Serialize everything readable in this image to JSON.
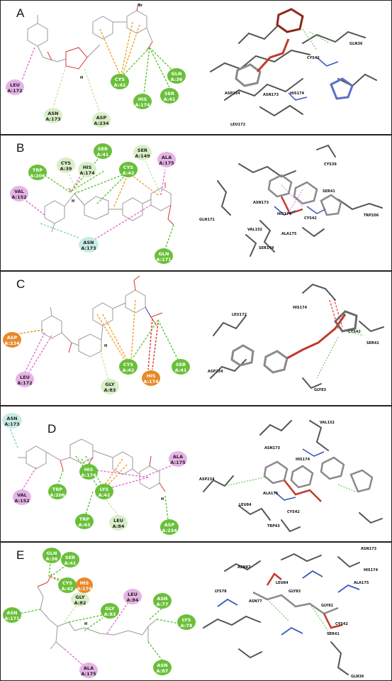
{
  "panels": [
    {
      "letter": "A",
      "substituent": "Br",
      "h_label": "H",
      "residues": [
        {
          "name": "LEU",
          "num": "A:172",
          "kind": "pink"
        },
        {
          "name": "ASN",
          "num": "A:173",
          "kind": "light"
        },
        {
          "name": "ASP",
          "num": "A:234",
          "kind": "light"
        },
        {
          "name": "CYS",
          "num": "A:42",
          "kind": "green"
        },
        {
          "name": "HIS",
          "num": "A:174",
          "kind": "green"
        },
        {
          "name": "GLN",
          "num": "A:36",
          "kind": "green"
        },
        {
          "name": "SER",
          "num": "A:41",
          "kind": "green"
        }
      ],
      "labels3d": [
        "GLN36",
        "CYS42",
        "ASP234",
        "ASN173",
        "HIS174",
        "LEU172"
      ]
    },
    {
      "letter": "B",
      "h_label": "H",
      "residues": [
        {
          "name": "CYS",
          "num": "A:39",
          "kind": "light"
        },
        {
          "name": "SER",
          "num": "A:41",
          "kind": "green"
        },
        {
          "name": "SER",
          "num": "A:149",
          "kind": "light"
        },
        {
          "name": "ALA",
          "num": "A:175",
          "kind": "pink"
        },
        {
          "name": "TRP",
          "num": "A:206",
          "kind": "green"
        },
        {
          "name": "HIS",
          "num": "A:174",
          "kind": "light"
        },
        {
          "name": "CYS",
          "num": "A:42",
          "kind": "green"
        },
        {
          "name": "VAL",
          "num": "A:152",
          "kind": "pink"
        },
        {
          "name": "ASN",
          "num": "A:173",
          "kind": "cyan"
        },
        {
          "name": "GLN",
          "num": "A:171",
          "kind": "green"
        }
      ],
      "labels3d": [
        "CYS39",
        "SER41",
        "ASN173",
        "HIS174",
        "CYS42",
        "GLN171",
        "VAL152",
        "ALA175",
        "SER149",
        "TRP206"
      ]
    },
    {
      "letter": "C",
      "h_label": "H",
      "residues": [
        {
          "name": "ASP",
          "num": "A:234",
          "kind": "orange"
        },
        {
          "name": "LEU",
          "num": "A:172",
          "kind": "pink"
        },
        {
          "name": "CYS",
          "num": "A:42",
          "kind": "green"
        },
        {
          "name": "SER",
          "num": "A:41",
          "kind": "green"
        },
        {
          "name": "HIS",
          "num": "A:174",
          "kind": "orange"
        },
        {
          "name": "GLY",
          "num": "A:83",
          "kind": "light"
        }
      ],
      "labels3d": [
        "HIS174",
        "LEU172",
        "CYS42",
        "SER41",
        "ASP234",
        "GLY83"
      ]
    },
    {
      "letter": "D",
      "h_label": "H",
      "residues": [
        {
          "name": "ASN",
          "num": "A:173",
          "kind": "cyan"
        },
        {
          "name": "ALA",
          "num": "A:175",
          "kind": "pink"
        },
        {
          "name": "VAL",
          "num": "A:152",
          "kind": "pink"
        },
        {
          "name": "TRP",
          "num": "A:206",
          "kind": "green"
        },
        {
          "name": "HIS",
          "num": "A:174",
          "kind": "green"
        },
        {
          "name": "LYS",
          "num": "A:42",
          "kind": "green"
        },
        {
          "name": "TRP",
          "num": "A:43",
          "kind": "green"
        },
        {
          "name": "LEU",
          "num": "A:84",
          "kind": "light"
        },
        {
          "name": "ASP",
          "num": "A:234",
          "kind": "green"
        }
      ],
      "labels3d": [
        "VAL152",
        "ASN173",
        "HIS174",
        "ASP234",
        "ALA175",
        "LEU84",
        "CYS42",
        "TRP43"
      ]
    },
    {
      "letter": "E",
      "h_label": "H",
      "residues": [
        {
          "name": "GLN",
          "num": "A:36",
          "kind": "green"
        },
        {
          "name": "SER",
          "num": "A:41",
          "kind": "green"
        },
        {
          "name": "CYS",
          "num": "A:42",
          "kind": "green"
        },
        {
          "name": "HIS",
          "num": "A:174",
          "kind": "orange"
        },
        {
          "name": "GLY",
          "num": "A:82",
          "kind": "light"
        },
        {
          "name": "GLY",
          "num": "A:83",
          "kind": "green"
        },
        {
          "name": "LEU",
          "num": "A:84",
          "kind": "pink"
        },
        {
          "name": "ASN",
          "num": "A:77",
          "kind": "green"
        },
        {
          "name": "LYS",
          "num": "A:78",
          "kind": "green"
        },
        {
          "name": "ASN",
          "num": "A:171",
          "kind": "green"
        },
        {
          "name": "ALA",
          "num": "A:175",
          "kind": "pink"
        },
        {
          "name": "ASN",
          "num": "A:87",
          "kind": "green"
        }
      ],
      "labels3d": [
        "ASN173",
        "HIS174",
        "ALA175",
        "ASN87",
        "LEU84",
        "LYS78",
        "ASN77",
        "GLY83",
        "GLY82",
        "CYS42",
        "SER41",
        "GLN36"
      ]
    }
  ],
  "colors": {
    "green": "#6abf3a",
    "light": "#d9efc7",
    "pink": "#e6b3e6",
    "orange": "#e8892a",
    "cyan": "#c7ece6",
    "hbond": "#5cc33a",
    "pi_sulfur": "#f0a020",
    "pi_alkyl": "#e070d0",
    "vdw": "#c8e6a8",
    "salt": "#e03030"
  }
}
